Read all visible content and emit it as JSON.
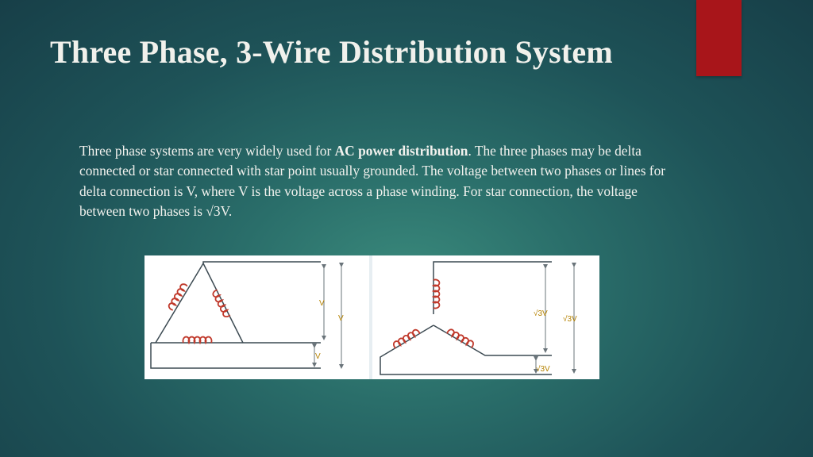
{
  "slide": {
    "title": "Three Phase, 3-Wire Distribution System",
    "paragraph": {
      "before_bold": "Three phase systems are very widely used for ",
      "bold": "AC power distribution",
      "after_bold": ". The three phases may be delta connected or star connected with star point usually grounded. The voltage between two phases or lines for delta connection is V, where V is the voltage across a phase winding. For star connection, the voltage between two phases is √3V."
    },
    "colors": {
      "accent": "#a8151a",
      "coil": "#c0392b",
      "wire": "#3c4a52",
      "label": "#b58200"
    }
  },
  "figure": {
    "delta": {
      "label_phase_v": "V",
      "label_line_v": "V",
      "label_neutral_v": "V"
    },
    "star": {
      "label_phase_v": "√3V",
      "label_line_v": "√3V",
      "label_bottom_v": "√3V"
    }
  }
}
